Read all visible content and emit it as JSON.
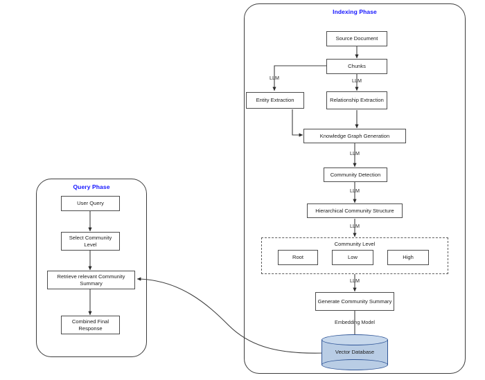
{
  "diagram": {
    "title_colors": {
      "phase_title": "#1414ff",
      "node_border": "#4a4a4a",
      "db_fill": "#b9cde5",
      "db_border": "#2f5597"
    },
    "indexing_phase": {
      "title": "Indexing Phase",
      "nodes": {
        "source_document": "Source Document",
        "chunks": "Chunks",
        "entity_extraction": "Entity Extraction",
        "relationship_extraction": "Relationship Extraction",
        "knowledge_graph_generation": "Knowledge Graph Generation",
        "community_detection": "Community Detection",
        "hierarchical_community_structure": "Hierarchical Community Structure",
        "generate_community_summary": "Generate Community Summary",
        "vector_database": "Vector Database"
      },
      "community_level_group": {
        "caption": "Community Level",
        "levels": [
          "Root",
          "Low",
          "High"
        ]
      },
      "edge_labels": {
        "chunks_to_entity": "LLM",
        "chunks_to_relationship": "LLM",
        "kgg_to_community_detection": "LLM",
        "cd_to_hierarchical": "LLM",
        "hierarchical_to_levels": "LLM",
        "levels_to_summary": "LLM",
        "summary_to_db": "Embedding Model"
      }
    },
    "query_phase": {
      "title": "Query Phase",
      "nodes": {
        "user_query": "User Query",
        "select_community_level": "Select Community Level",
        "retrieve_relevant_community_summary": "Retrieve  relevant Community Summary",
        "combined_final_response": "Combined Final Response"
      }
    }
  }
}
